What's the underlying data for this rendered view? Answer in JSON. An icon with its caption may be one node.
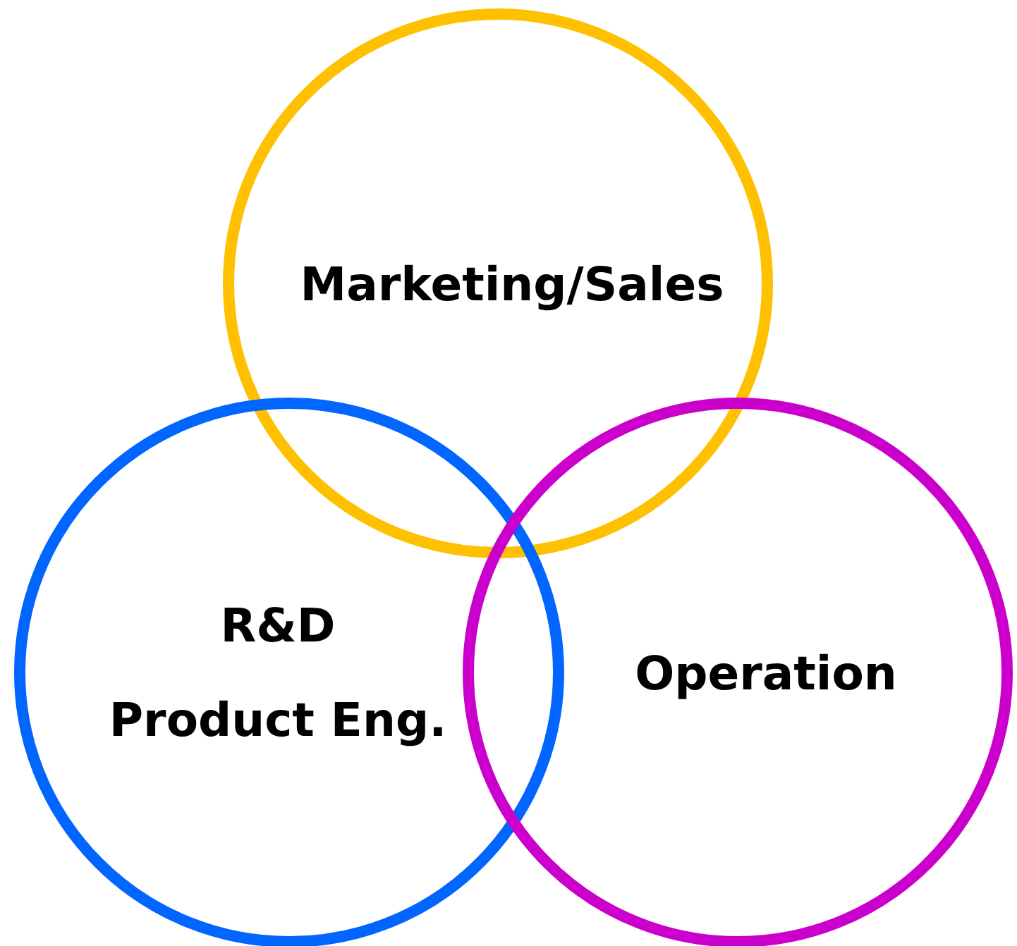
{
  "diagram": {
    "nodes": [
      {
        "text": [
          "Marketing/Sales"
        ]
      },
      {
        "text": [
          "R&D",
          "Product Eng."
        ]
      },
      {
        "text": [
          "Operation"
        ]
      }
    ]
  }
}
